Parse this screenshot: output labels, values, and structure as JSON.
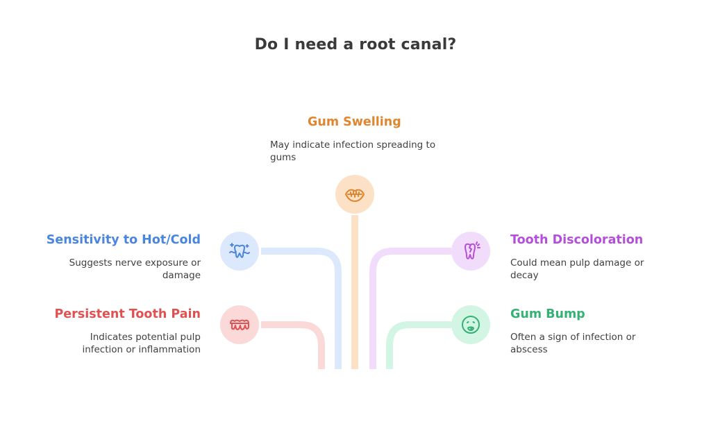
{
  "title": "Do I need a root canal?",
  "items": {
    "gum_swelling": {
      "heading": "Gum Swelling",
      "description": "May indicate infection spreading to gums",
      "color": "#E0862F",
      "fill": "#FCE1C7",
      "icon": "mouth-icon"
    },
    "sensitivity": {
      "heading": "Sensitivity to Hot/Cold",
      "description": "Suggests nerve exposure or damage",
      "color": "#4A86E0",
      "fill": "#DCE8FB",
      "icon": "tooth-sparkle-icon"
    },
    "tooth_pain": {
      "heading": "Persistent Tooth Pain",
      "description": "Indicates potential pulp infection or inflammation",
      "color": "#E05252",
      "fill": "#FBD9D9",
      "icon": "teeth-icon"
    },
    "discoloration": {
      "heading": "Tooth Discoloration",
      "description": "Could mean pulp damage or decay",
      "color": "#B44FDC",
      "fill": "#F1DDFB",
      "icon": "cracked-tooth-icon"
    },
    "gum_bump": {
      "heading": "Gum Bump",
      "description": "Often a sign of infection or abscess",
      "color": "#33B273",
      "fill": "#D3F5E3",
      "icon": "face-icon"
    }
  }
}
